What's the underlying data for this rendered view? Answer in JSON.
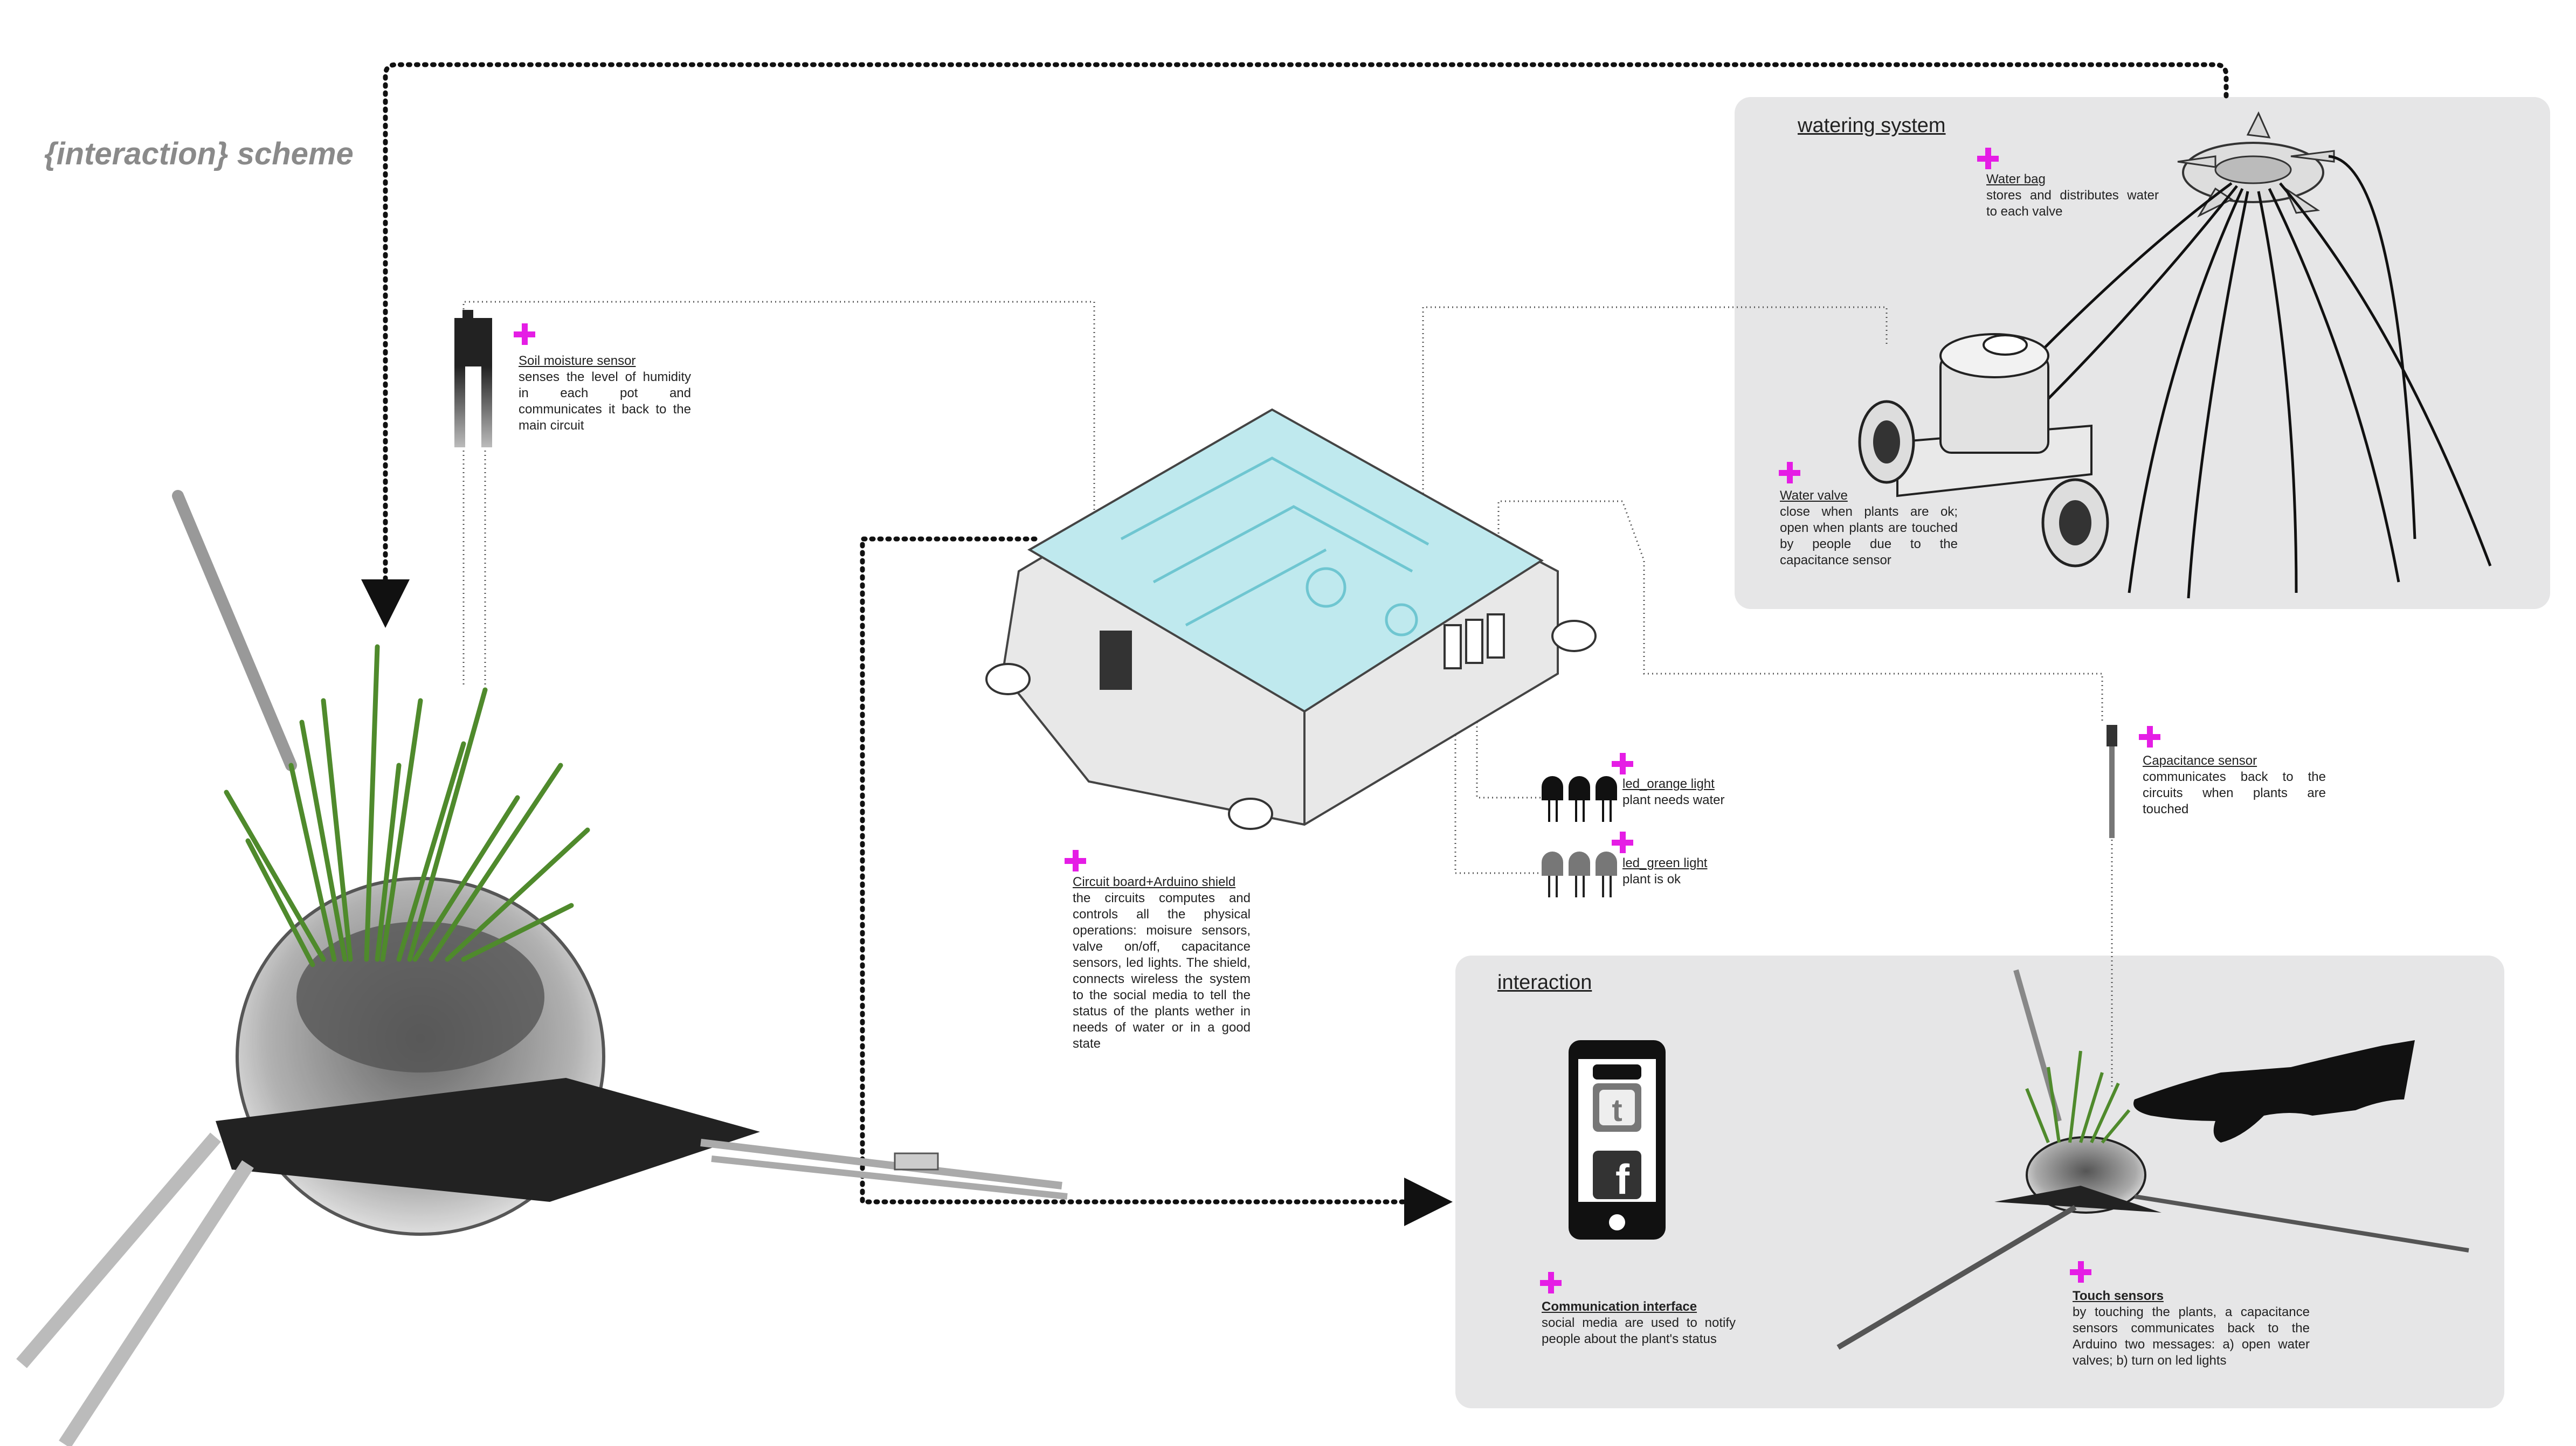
{
  "title": "{interaction} scheme",
  "panels": {
    "watering": {
      "title": "watering system"
    },
    "interaction": {
      "title": "interaction"
    }
  },
  "notes": {
    "soil": {
      "head": "Soil moisture sensor",
      "body": "senses the level of humidity in each pot and communicates it back to the main circuit"
    },
    "circuit": {
      "head": "Circuit board+Arduino shield",
      "body": "the circuits computes and controls all the physical operations: moisure sensors, valve on/off, capacitance sensors, led lights. The shield, connects wireless the system to the social media to tell the status of the plants wether in needs of water or in a good state"
    },
    "led_orange": {
      "head": "led_orange light",
      "body": "plant needs water"
    },
    "led_green": {
      "head": "led_green light",
      "body": "plant is ok"
    },
    "water_bag": {
      "head": "Water bag",
      "body": "stores and distributes water to each valve"
    },
    "water_valve": {
      "head": "Water valve",
      "body": "close when plants are ok; open when plants are touched by people due to the capacitance sensor"
    },
    "capacitance": {
      "head": "Capacitance sensor",
      "body": "communicates back to the circuits when plants are touched"
    },
    "comm": {
      "head": "Communication interface",
      "body": "social media are used to notify people about the plant's status"
    },
    "touch": {
      "head": "Touch sensors",
      "body": "by touching the plants, a capacitance sensors communicates back to the Arduino two messages: a) open water valves; b) turn on led lights"
    }
  },
  "colors": {
    "accent_plus": "#e51de5",
    "panel_bg": "#e6e6e7",
    "title_gray": "#8a8a8a",
    "board_glass": "#bfe9ee",
    "grass": "#4f8a2c"
  },
  "icons": [
    "twitter-icon",
    "facebook-icon",
    "smartphone-icon",
    "hand-icon",
    "plant-pot-icon",
    "valve-icon",
    "water-bag-icon",
    "circuit-board-icon",
    "led-icon",
    "soil-sensor-icon"
  ]
}
